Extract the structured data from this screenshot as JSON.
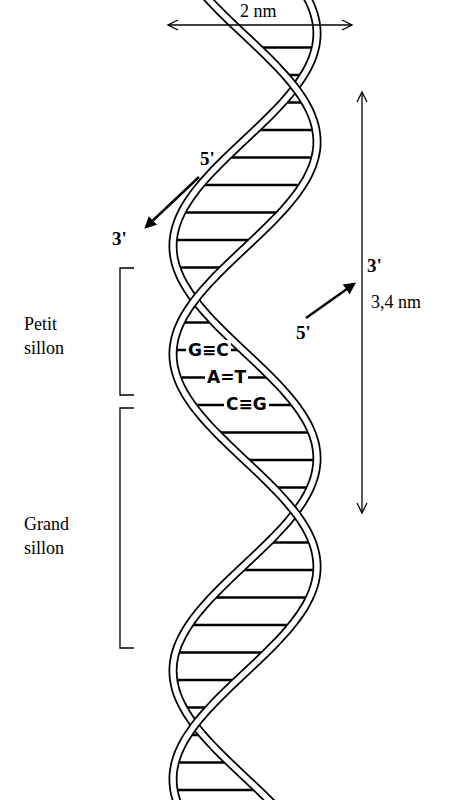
{
  "diagram": {
    "labels": [
      "2 nm",
      "5'",
      "3'",
      "Petit sillon",
      "3'",
      "5'",
      "3,4 nm",
      "G≡C",
      "A=T",
      "C≡G",
      "Grand sillon"
    ]
  }
}
